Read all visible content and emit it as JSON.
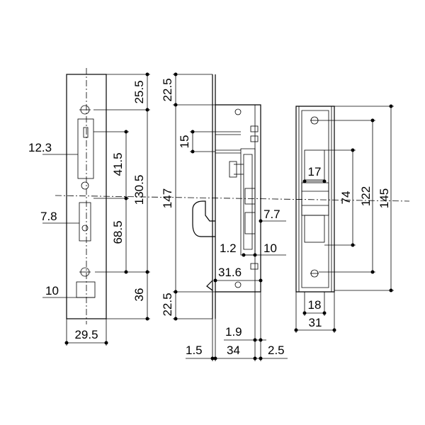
{
  "front_view": {
    "dims": {
      "top_offset": "25.5",
      "width_12_3": "12.3",
      "span_41_5": "41.5",
      "span_130_5": "130.5",
      "width_7_8": "7.8",
      "span_68_5": "68.5",
      "width_10": "10",
      "bottom_offset": "36",
      "plate_width": "29.5"
    }
  },
  "side_view": {
    "dims": {
      "top_offset": "22.5",
      "span_15": "15",
      "overall": "147",
      "depth_7_7": "7.7",
      "gap_1_2": "1.2",
      "width_10": "10",
      "width_31_6": "31.6",
      "bottom_offset": "22.5",
      "thick_1_9": "1.9",
      "thick_1_5": "1.5",
      "body_34": "34",
      "thick_2_5": "2.5"
    }
  },
  "strike_view": {
    "dims": {
      "height_17": "17",
      "span_74": "74",
      "span_122": "122",
      "overall": "145",
      "inner_width": "18",
      "outer_width": "31"
    }
  }
}
